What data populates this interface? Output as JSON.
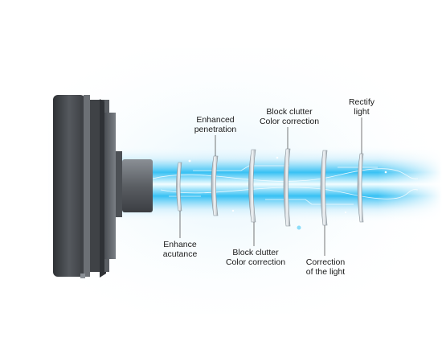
{
  "colors": {
    "beam_core": "#e8fbff",
    "beam_glow": "#1fb8f2",
    "beam_outer": "#bfe9fb",
    "housing_dark": "#3d4044",
    "housing_mid": "#5a5e63",
    "lens": "#d7dde2",
    "leader": "#555555"
  },
  "labels": {
    "enhanced_penetration": [
      "Enhanced",
      "penetration"
    ],
    "block_clutter_top": [
      "Block clutter",
      "Color correction"
    ],
    "rectify_light": [
      "Rectify",
      "light"
    ],
    "enhance_acutance": [
      "Enhance",
      "acutance"
    ],
    "block_clutter_bottom": [
      "Block clutter",
      "Color correction"
    ],
    "correction_of_light": [
      "Correction",
      "of the light"
    ]
  },
  "icons": {
    "headlight": "headlight-housing-icon",
    "lens": "lens-element-icon"
  }
}
